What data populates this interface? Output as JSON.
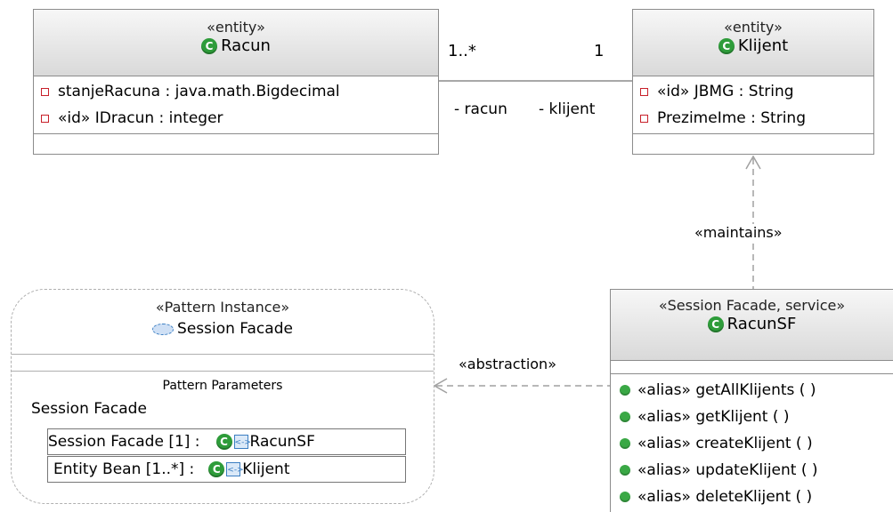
{
  "racun": {
    "stereotype": "«entity»",
    "name": "Racun",
    "attributes": [
      "stanjeRacuna : java.math.Bigdecimal",
      "«id» IDracun : integer"
    ]
  },
  "klijent": {
    "stereotype": "«entity»",
    "name": "Klijent",
    "attributes": [
      "«id» JBMG : String",
      "PrezimeIme : String"
    ]
  },
  "racunsf": {
    "stereotype": "«Session Facade, service»",
    "name": "RacunSF",
    "operations": [
      "«alias» getAllKlijents ( )",
      "«alias» getKlijent ( )",
      "«alias» createKlijent ( )",
      "«alias» updateKlijent ( )",
      "«alias» deleteKlijent ( )"
    ]
  },
  "association": {
    "mult_left": "1..*",
    "mult_right": "1",
    "role_left": "- racun",
    "role_right": "- klijent"
  },
  "maintains_label": "«maintains»",
  "abstraction_label": "«abstraction»",
  "pattern": {
    "stereotype": "«Pattern Instance»",
    "name": "Session Facade",
    "params_title": "Pattern Parameters",
    "param_group": "Session Facade",
    "rows": [
      {
        "label": "Session Facade [1] :",
        "value": "RacunSF"
      },
      {
        "label": "Entity Bean [1..*] :",
        "value": "Klijent"
      }
    ]
  }
}
